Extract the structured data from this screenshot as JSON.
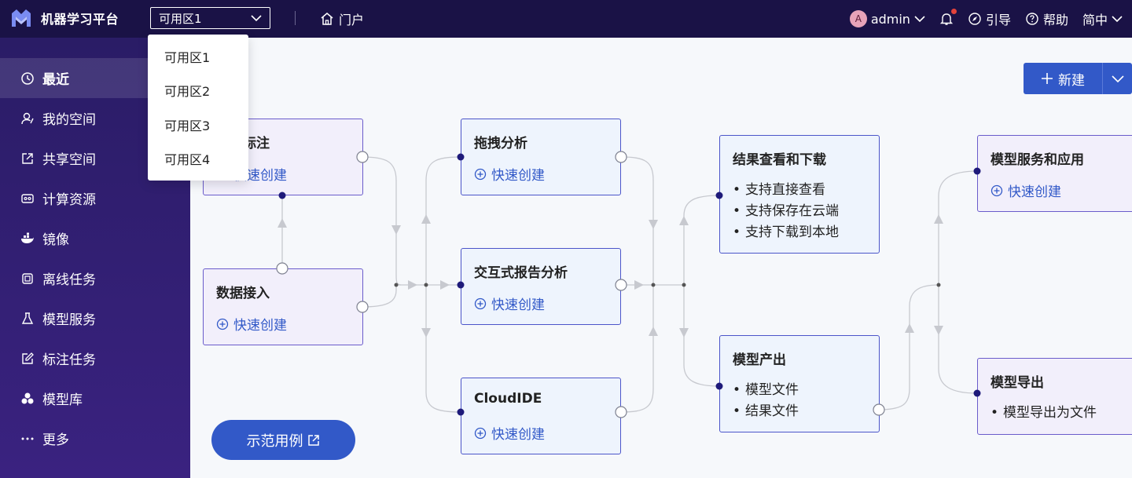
{
  "brand": {
    "title": "机器学习平台"
  },
  "topbar": {
    "zone_value": "可用区1",
    "portal_label": "门户",
    "user": "admin",
    "avatar_letter": "A",
    "guide_label": "引导",
    "help_label": "帮助",
    "lang_label": "简中"
  },
  "dropdown": {
    "options": [
      "可用区1",
      "可用区2",
      "可用区3",
      "可用区4"
    ]
  },
  "sidebar": {
    "items": [
      {
        "label": "最近"
      },
      {
        "label": "我的空间"
      },
      {
        "label": "共享空间"
      },
      {
        "label": "计算资源"
      },
      {
        "label": "镜像"
      },
      {
        "label": "离线任务"
      },
      {
        "label": "模型服务"
      },
      {
        "label": "标注任务"
      },
      {
        "label": "模型库"
      },
      {
        "label": "更多"
      }
    ]
  },
  "toolbar": {
    "new_label": "新建"
  },
  "demo": {
    "label": "示范用例"
  },
  "flow": {
    "quick_create": "快速创建",
    "nodes": {
      "label": {
        "title": "数据标注"
      },
      "ingest": {
        "title": "数据接入"
      },
      "drag": {
        "title": "拖拽分析"
      },
      "report": {
        "title": "交互式报告分析"
      },
      "ide": {
        "title": "CloudIDE"
      },
      "result": {
        "title": "结果查看和下载",
        "bullets": [
          "支持直接查看",
          "支持保存在云端",
          "支持下载到本地"
        ]
      },
      "model_out": {
        "title": "模型产出",
        "bullets": [
          "模型文件",
          "结果文件"
        ]
      },
      "serve": {
        "title": "模型服务和应用"
      },
      "export": {
        "title": "模型导出",
        "bullets": [
          "模型导出为文件"
        ]
      }
    }
  },
  "colors": {
    "topbar": "#1a1246",
    "sidebar": "#2a1c66",
    "accent": "#3259c8",
    "node_border": "#4b55c9"
  }
}
